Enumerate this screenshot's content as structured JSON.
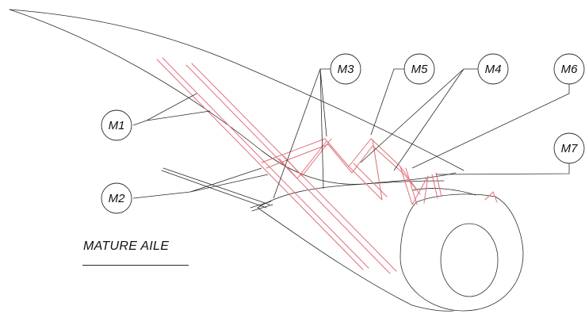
{
  "drawing": {
    "title": "MATURE AILE",
    "colors": {
      "outline": "#2b2b2b",
      "struts": "#e0707a",
      "background": "#ffffff"
    },
    "callouts": [
      {
        "id": "M1",
        "label": "M1"
      },
      {
        "id": "M2",
        "label": "M2"
      },
      {
        "id": "M3",
        "label": "M3"
      },
      {
        "id": "M4",
        "label": "M4"
      },
      {
        "id": "M5",
        "label": "M5"
      },
      {
        "id": "M6",
        "label": "M6"
      },
      {
        "id": "M7",
        "label": "M7"
      }
    ]
  }
}
